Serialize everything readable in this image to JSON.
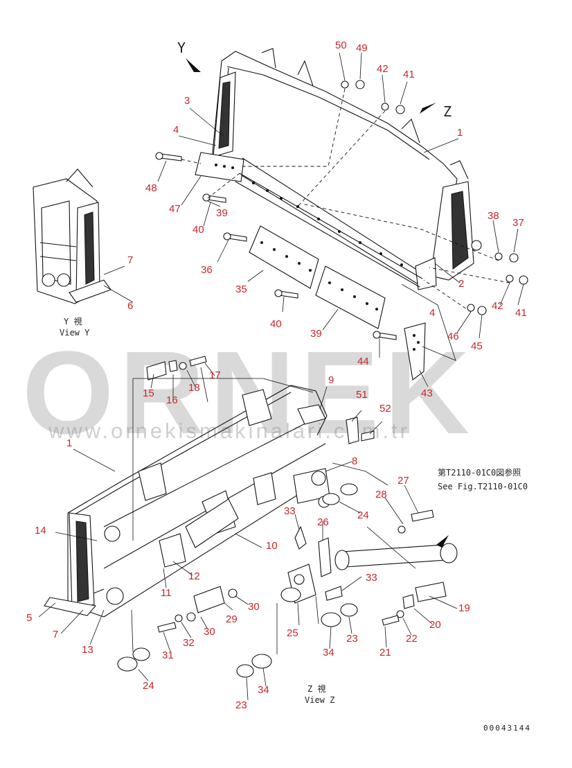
{
  "watermark": {
    "brand": "ORNEK",
    "url": "www.ornekismakinalari.com.tr"
  },
  "view_labels": {
    "y_letter": "Y",
    "z_letter": "Z",
    "view_y_jp": "Y 視",
    "view_y_en": "View Y",
    "view_z_jp": "Z 視",
    "view_z_en": "View Z"
  },
  "reference": {
    "jp": "第T2110-01C0図参照",
    "en": "See Fig.T2110-01C0"
  },
  "drawing_number": "00043144",
  "part_numbers": {
    "p1": "1",
    "p2": "2",
    "p3": "3",
    "p4": "4",
    "p4b": "4",
    "p5": "5",
    "p6": "6",
    "p7": "7",
    "p7b": "7",
    "p8": "8",
    "p9": "9",
    "p10": "10",
    "p11": "11",
    "p12": "12",
    "p13": "13",
    "p14": "14",
    "p15": "15",
    "p16": "16",
    "p17": "17",
    "p18": "18",
    "p19": "19",
    "p20": "20",
    "p21": "21",
    "p22": "22",
    "p23": "23",
    "p23b": "23",
    "p24": "24",
    "p24b": "24",
    "p25": "25",
    "p26": "26",
    "p27": "27",
    "p28": "28",
    "p29": "29",
    "p30": "30",
    "p30b": "30",
    "p31": "31",
    "p32": "32",
    "p33": "33",
    "p33b": "33",
    "p34": "34",
    "p34b": "34",
    "p35": "35",
    "p36": "36",
    "p37": "37",
    "p38": "38",
    "p39": "39",
    "p39b": "39",
    "p40": "40",
    "p40b": "40",
    "p41": "41",
    "p41b": "41",
    "p42": "42",
    "p42b": "42",
    "p43": "43",
    "p44": "44",
    "p45": "45",
    "p46": "46",
    "p47": "47",
    "p48": "48",
    "p49": "49",
    "p50": "50",
    "p51": "51",
    "p52": "52",
    "p1b": "1"
  }
}
